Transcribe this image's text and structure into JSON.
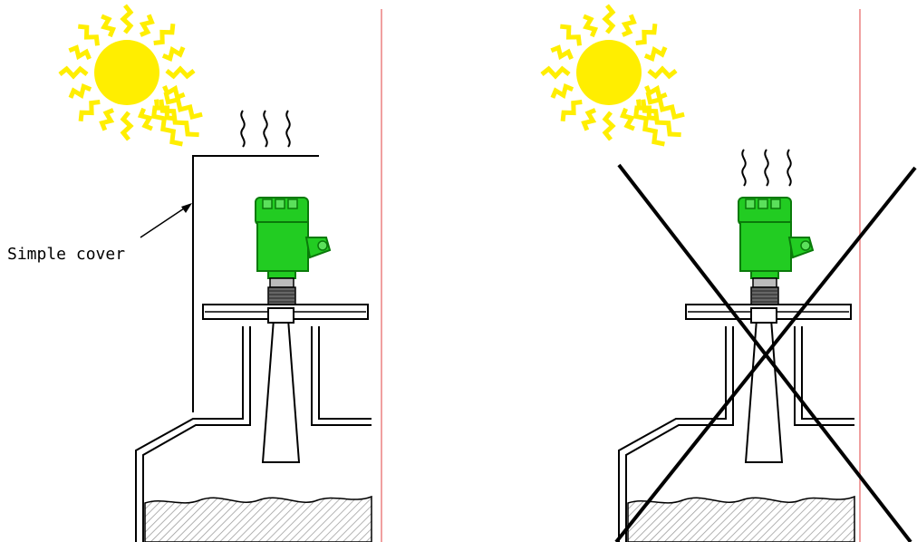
{
  "labels": {
    "simple_cover": "Simple cover"
  },
  "panels": [
    {
      "id": "left",
      "has_cover": true,
      "crossed_out": false
    },
    {
      "id": "right",
      "has_cover": false,
      "crossed_out": true
    }
  ],
  "colors": {
    "sun": "#ffee00",
    "sun_ray": "#ffee00",
    "instrument_body": "#22cc22",
    "instrument_dark": "#0a7a0a",
    "divider": "#f0a0a0",
    "lines": "#000000"
  },
  "icons": [
    "sun-icon",
    "heat-waves-icon",
    "radar-level-transmitter-icon",
    "cross-mark-icon"
  ]
}
